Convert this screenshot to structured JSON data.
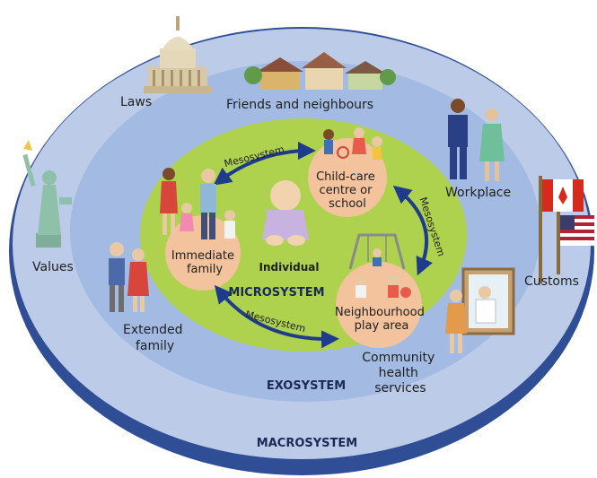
{
  "labels": {
    "laws": "Laws",
    "friends": "Friends and neighbours",
    "values": "Values",
    "workplace": "Workplace",
    "customs": "Customs",
    "extended_line1": "Extended",
    "extended_line2": "family",
    "community_line1": "Community",
    "community_line2": "health",
    "community_line3": "services",
    "childcare_line1": "Child-care",
    "childcare_line2": "centre or",
    "childcare_line3": "school",
    "immediate_line1": "Immediate",
    "immediate_line2": "family",
    "neighbourhood_line1": "Neighbourhood",
    "neighbourhood_line2": "play area",
    "individual": "Individual",
    "microsystem": "MICROSYSTEM",
    "exosystem": "EXOSYSTEM",
    "macrosystem": "MACROSYSTEM",
    "meso_top": "Mesosystem",
    "meso_right": "Mesosystem",
    "meso_bottom": "Mesosystem"
  },
  "colors": {
    "macro": "#b8c8e6",
    "macro_rim": "#2f4e96",
    "exo": "#9fb8e2",
    "micro": "#a9cf4a",
    "node": "#f2c39c",
    "arrow": "#1f3c8c"
  },
  "icons": [
    "capitol-icon",
    "houses-icon",
    "statue-of-liberty-icon",
    "workers-icon",
    "flags-icon",
    "extended-family-icon",
    "doctor-icon",
    "immediate-family-icon",
    "children-icon",
    "playground-icon",
    "baby-icon"
  ]
}
